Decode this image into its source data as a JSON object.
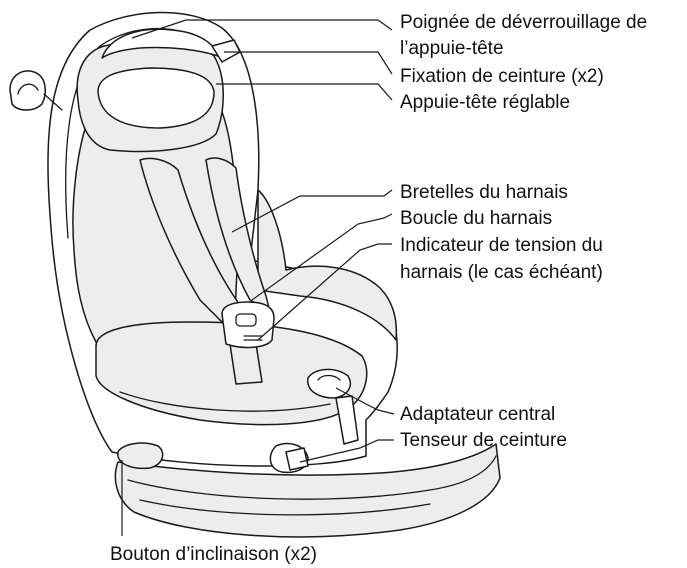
{
  "figure": {
    "labels": {
      "headrest_release_handle": [
        "Poignée de déverrouillage de",
        "l’appuie-tête"
      ],
      "belt_guide": "Fixation de ceinture (x2)",
      "adjustable_headrest": "Appuie-tête réglable",
      "harness_straps": "Bretelles du harnais",
      "harness_buckle": "Boucle du harnais",
      "harness_tension_indicator": [
        "Indicateur de tension du",
        "harnais (le cas échéant)"
      ],
      "center_adapter": "Adaptateur central",
      "belt_tensioner": "Tenseur de ceinture",
      "recline_button": "Bouton d’inclinaison (x2)"
    }
  }
}
